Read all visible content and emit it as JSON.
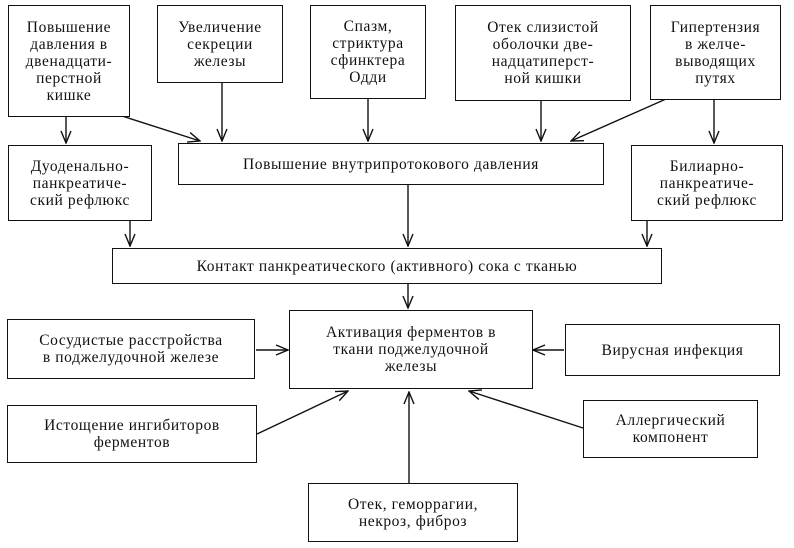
{
  "diagram": {
    "causes_top": [
      {
        "id": "duodenal_pressure",
        "text": "Повышение\nдавления в\nдвенадцати-\nперстной\nкишке"
      },
      {
        "id": "secretion",
        "text": "Увеличение\nсекреции\nжелезы"
      },
      {
        "id": "oddi",
        "text": "Спазм,\nстриктура\nсфинктера\nОдди"
      },
      {
        "id": "mucosa_edema",
        "text": "Отек слизистой\nоболочки две-\nнадцатиперст-\nной кишки"
      },
      {
        "id": "biliary_hypertension",
        "text": "Гипертензия\nв желче-\nвыводящих\nпутях"
      }
    ],
    "middle": {
      "duodenal_reflux": "Дуоденально-\nпанкреатиче-\nский рефлюкс",
      "ductal_pressure": "Повышение внутрипротокового давления",
      "biliary_reflux": "Билиарно-\nпанкреатиче-\nский рефлюкс",
      "contact": "Контакт панкреатического (активного) сока с тканью"
    },
    "center": {
      "activation": "Активация ферментов в\nткани поджелудочной\nжелезы"
    },
    "side_factors": {
      "vascular": "Сосудистые расстройства\nв поджелудочной железе",
      "viral": "Вирусная инфекция",
      "inhibitors": "Истощение ингибиторов\nферментов",
      "allergic": "Аллергический\nкомпонент",
      "outcome": "Отек, геморрагии,\nнекроз, фиброз"
    },
    "edges": [
      [
        "duodenal_pressure",
        "duodenal_reflux"
      ],
      [
        "duodenal_pressure",
        "ductal_pressure"
      ],
      [
        "secretion",
        "ductal_pressure"
      ],
      [
        "oddi",
        "ductal_pressure"
      ],
      [
        "mucosa_edema",
        "ductal_pressure"
      ],
      [
        "biliary_hypertension",
        "ductal_pressure"
      ],
      [
        "biliary_hypertension",
        "biliary_reflux"
      ],
      [
        "duodenal_reflux",
        "contact"
      ],
      [
        "ductal_pressure",
        "contact"
      ],
      [
        "biliary_reflux",
        "contact"
      ],
      [
        "contact",
        "activation"
      ],
      [
        "vascular",
        "activation"
      ],
      [
        "viral",
        "activation"
      ],
      [
        "inhibitors",
        "activation"
      ],
      [
        "allergic",
        "activation"
      ],
      [
        "outcome",
        "activation"
      ]
    ]
  }
}
